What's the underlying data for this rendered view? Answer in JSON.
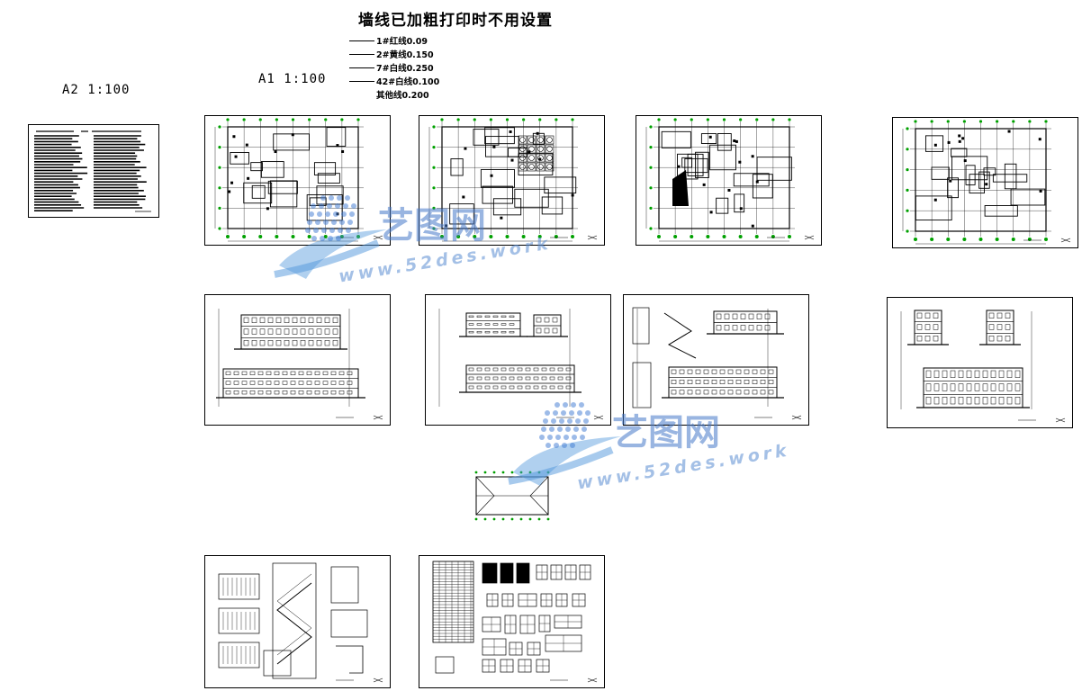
{
  "header": {
    "title": "墙线已加粗打印时不用设置",
    "line_weights": [
      {
        "label": "1#红线0.09",
        "has_line": true
      },
      {
        "label": "2#黄线0.150",
        "has_line": true
      },
      {
        "label": "7#白线0.250",
        "has_line": true
      },
      {
        "label": "42#白线0.100",
        "has_line": true
      },
      {
        "label": "其他线0.200",
        "has_line": false
      }
    ]
  },
  "scales": {
    "a2": "A2  1:100",
    "a1": "A1  1:100"
  },
  "sheets": [
    {
      "id": "notes",
      "kind": "text"
    },
    {
      "id": "plan-1",
      "kind": "plan"
    },
    {
      "id": "plan-2",
      "kind": "plan"
    },
    {
      "id": "plan-3",
      "kind": "plan"
    },
    {
      "id": "plan-4",
      "kind": "plan"
    },
    {
      "id": "elev-1",
      "kind": "elevation"
    },
    {
      "id": "elev-2",
      "kind": "elevation"
    },
    {
      "id": "section-1",
      "kind": "section"
    },
    {
      "id": "elev-3",
      "kind": "elevation"
    },
    {
      "id": "roof-plan",
      "kind": "plan"
    },
    {
      "id": "detail-1",
      "kind": "detail"
    },
    {
      "id": "schedule-1",
      "kind": "schedule"
    }
  ],
  "watermarks": [
    {
      "brand": "艺图网",
      "url": "www.52des.work"
    },
    {
      "brand": "艺图网",
      "url": "www.52des.work"
    }
  ],
  "colors": {
    "background": "#ffffff",
    "ink": "#000000",
    "gridline_green": "#00a000",
    "watermark_blue": "#4a7fd0"
  }
}
